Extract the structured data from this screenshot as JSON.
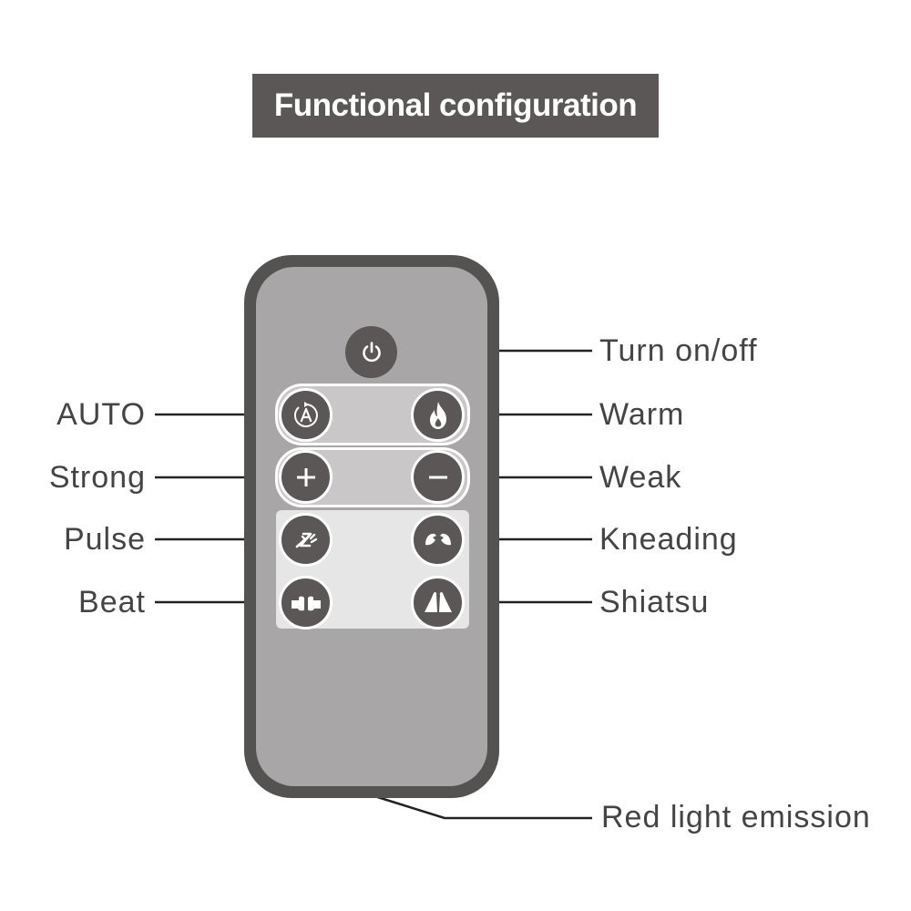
{
  "title": "Functional configuration",
  "labels": {
    "power": "Turn on/off",
    "auto": "AUTO",
    "warm": "Warm",
    "strong": "Strong",
    "weak": "Weak",
    "pulse": "Pulse",
    "kneading": "Kneading",
    "beat": "Beat",
    "shiatsu": "Shiatsu",
    "red_light": "Red light emission"
  },
  "icons": {
    "power": "power-icon",
    "auto": "auto-mode-icon",
    "warm": "flame-icon",
    "strong": "plus-icon",
    "weak": "minus-icon",
    "pulse": "pulse-icon",
    "kneading": "kneading-hands-icon",
    "beat": "beat-hands-icon",
    "shiatsu": "shiatsu-hands-icon"
  },
  "colors": {
    "title_background": "#5b5757",
    "remote_body": "#555252",
    "remote_face": "#a8a6a6",
    "button": "#5b5757",
    "leader_line": "#222222",
    "label_text": "#444444"
  }
}
